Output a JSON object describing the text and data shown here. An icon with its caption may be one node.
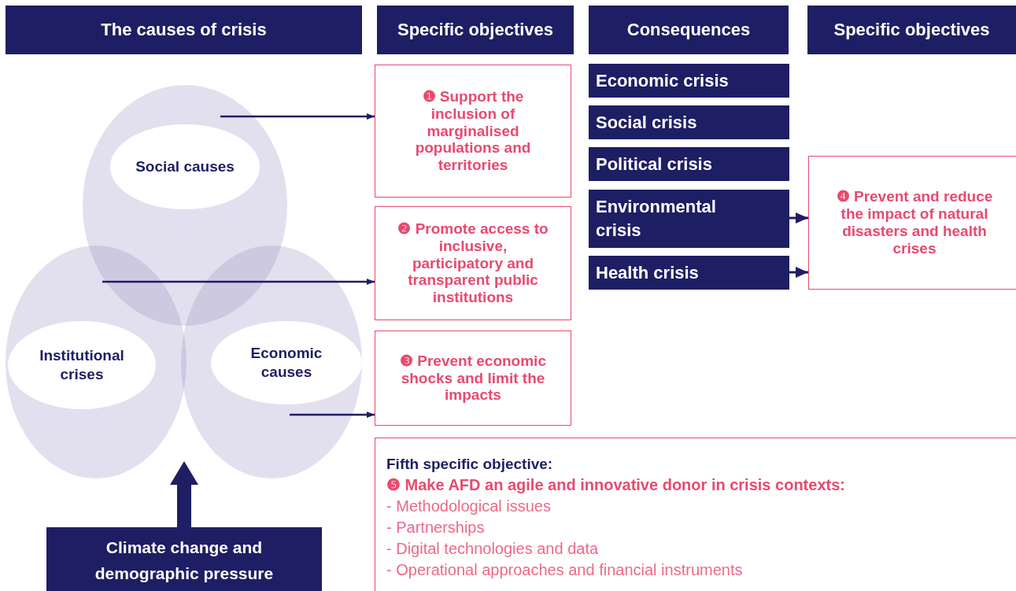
{
  "diagram": {
    "nodes": [
      {
        "text": [
          "The causes of crisis"
        ]
      },
      {
        "text": [
          "Specific objectives"
        ]
      },
      {
        "text": [
          "Consequences"
        ]
      },
      {
        "text": [
          "Specific objectives"
        ]
      },
      {
        "text": [],
        "shape": "circle"
      },
      {
        "text": [
          "Social causes"
        ],
        "in": 4
      },
      {
        "text": [],
        "shape": "circle"
      },
      {
        "text": [
          "Institutional crises"
        ],
        "in": 6
      },
      {
        "text": [],
        "shape": "circle"
      },
      {
        "text": [
          "Economic causes"
        ],
        "in": 8
      },
      {
        "text": [
          "❶ Support the inclusion of marginalised populations and territories"
        ]
      },
      {
        "text": [
          "❷ Promote access to inclusive, participatory and transparent public institutions"
        ]
      },
      {
        "text": [
          "❸ Prevent economic shocks and limit the impacts"
        ]
      },
      {
        "text": [
          "Economic crisis"
        ]
      },
      {
        "text": [
          "Social crisis"
        ]
      },
      {
        "text": [
          "Political crisis"
        ]
      },
      {
        "text": [
          "Environmental crisis"
        ]
      },
      {
        "text": [
          "Health crisis"
        ]
      },
      {
        "text": [
          "❹ Prevent and reduce the impact of natural disasters and health crises"
        ]
      },
      {
        "text": [
          "Fifth specific objective:",
          "❺ Make AFD an agile and innovative donor in crisis contexts:",
          "- Methodological issues",
          "- Partnerships",
          "- Digital technologies and data",
          "- Operational approaches and financial instruments"
        ]
      },
      {
        "text": [
          "Climate change and demographic pressure"
        ]
      }
    ],
    "edges": [
      {
        "from": 5,
        "to": 10,
        "arrow": "to"
      },
      {
        "from": 6,
        "to": 11,
        "arrow": "to"
      },
      {
        "from": 9,
        "to": 12,
        "arrow": "to"
      },
      {
        "from": 16,
        "to": 18,
        "arrow": "to"
      },
      {
        "from": 17,
        "to": 18,
        "arrow": "to"
      },
      {
        "from": 20,
        "to": null,
        "arrow": "to",
        "style": "thick"
      }
    ]
  }
}
